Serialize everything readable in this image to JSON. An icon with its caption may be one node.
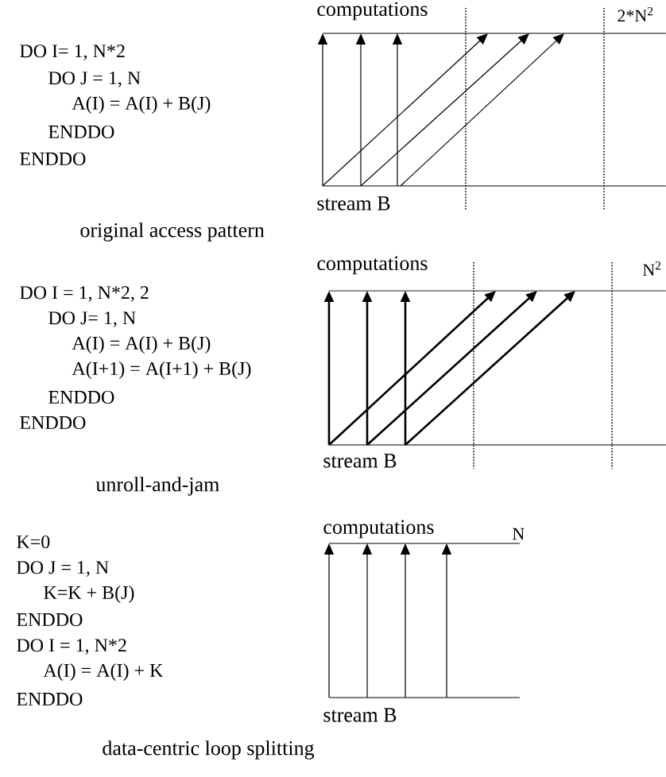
{
  "diagram": {
    "labels": [
      "computations",
      "2*N$^{2}$",
      "DO I= 1, N*2",
      "DO J = 1, N",
      "A(I) = A(I) + B(J)",
      "ENDDO",
      "ENDDO",
      "stream B",
      "original access pattern",
      "computations",
      "N$^{2}$",
      "DO I = 1, N*2, 2",
      "DO J= 1, N",
      "A(I) = A(I) + B(J)",
      "A(I+1) = A(I+1) + B(J)",
      "ENDDO",
      "ENDDO",
      "stream B",
      "unroll-and-jam",
      "computations",
      "N",
      "K=0",
      "DO J = 1, N",
      "K=K + B(J)",
      "ENDDO",
      "DO I = 1, N*2",
      "A(I) = A(I) + K",
      "ENDDO",
      "stream B",
      "data-centric loop splitting"
    ]
  }
}
